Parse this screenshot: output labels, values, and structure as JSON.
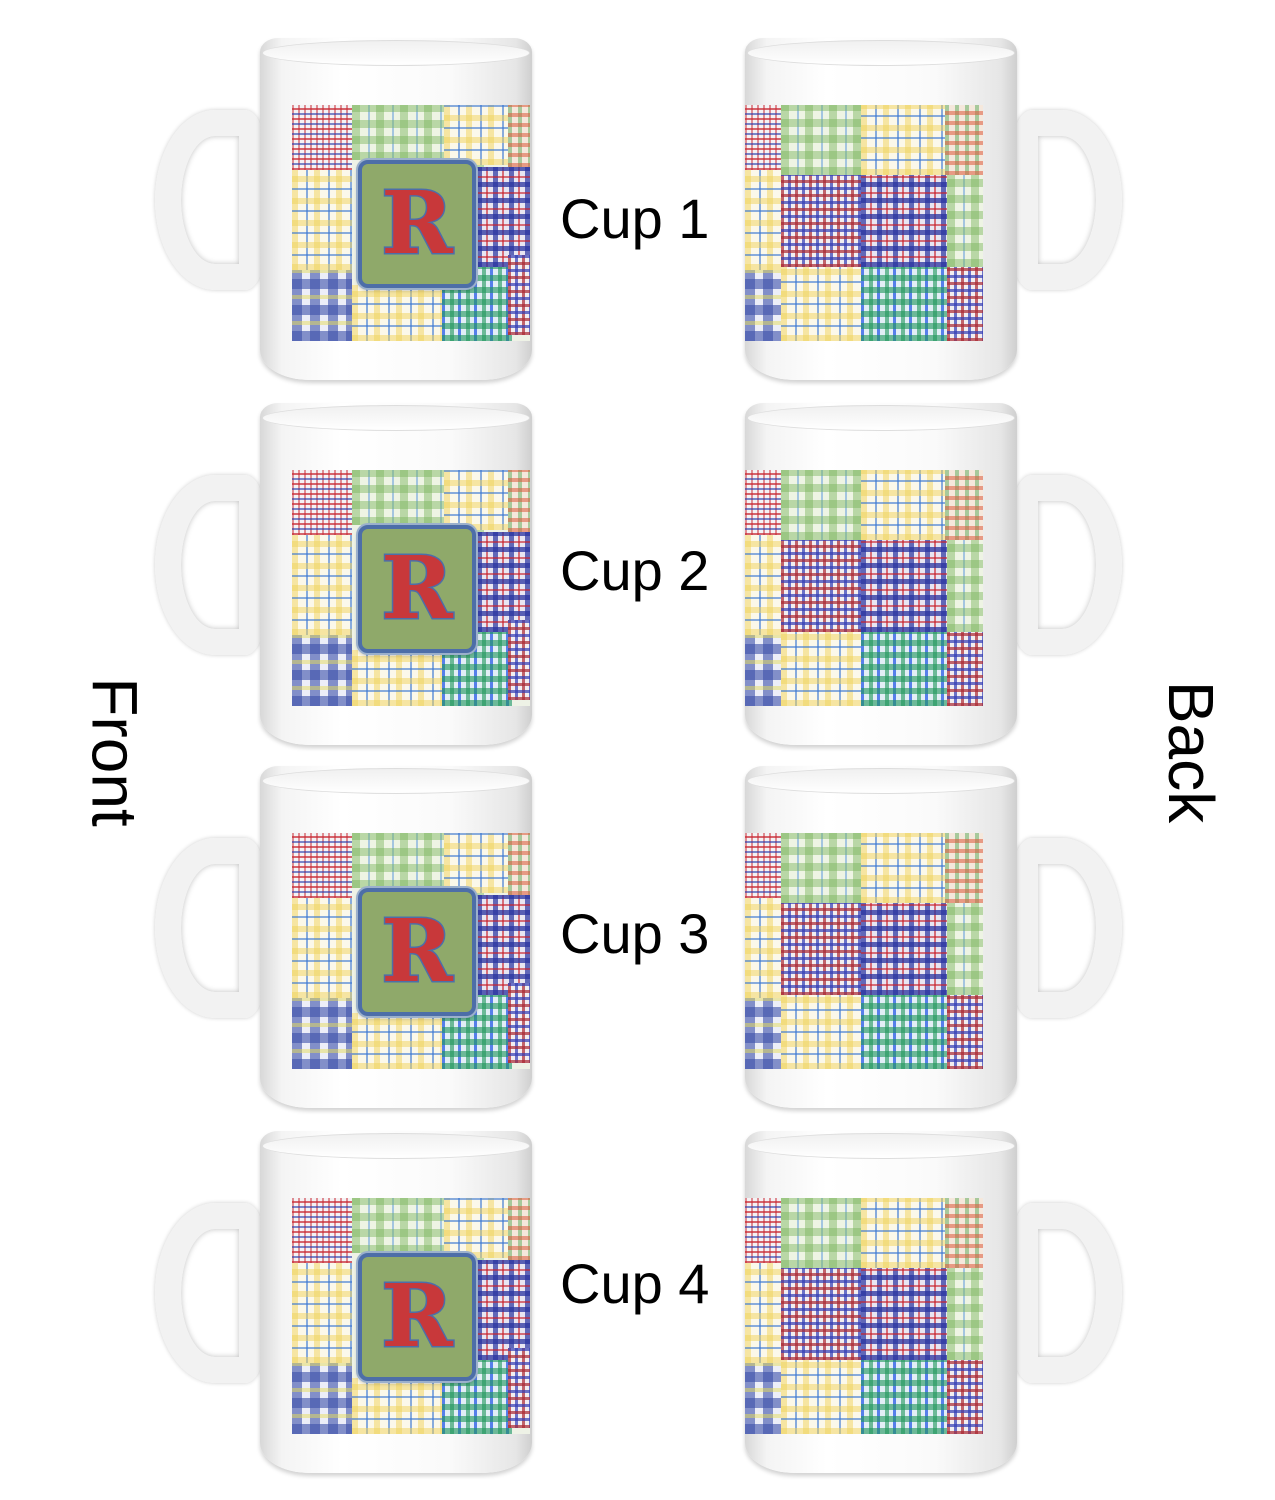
{
  "side_labels": {
    "front": "Front",
    "back": "Back"
  },
  "monogram": "R",
  "cups": [
    {
      "label": "Cup 1"
    },
    {
      "label": "Cup 2"
    },
    {
      "label": "Cup 3"
    },
    {
      "label": "Cup 4"
    }
  ]
}
